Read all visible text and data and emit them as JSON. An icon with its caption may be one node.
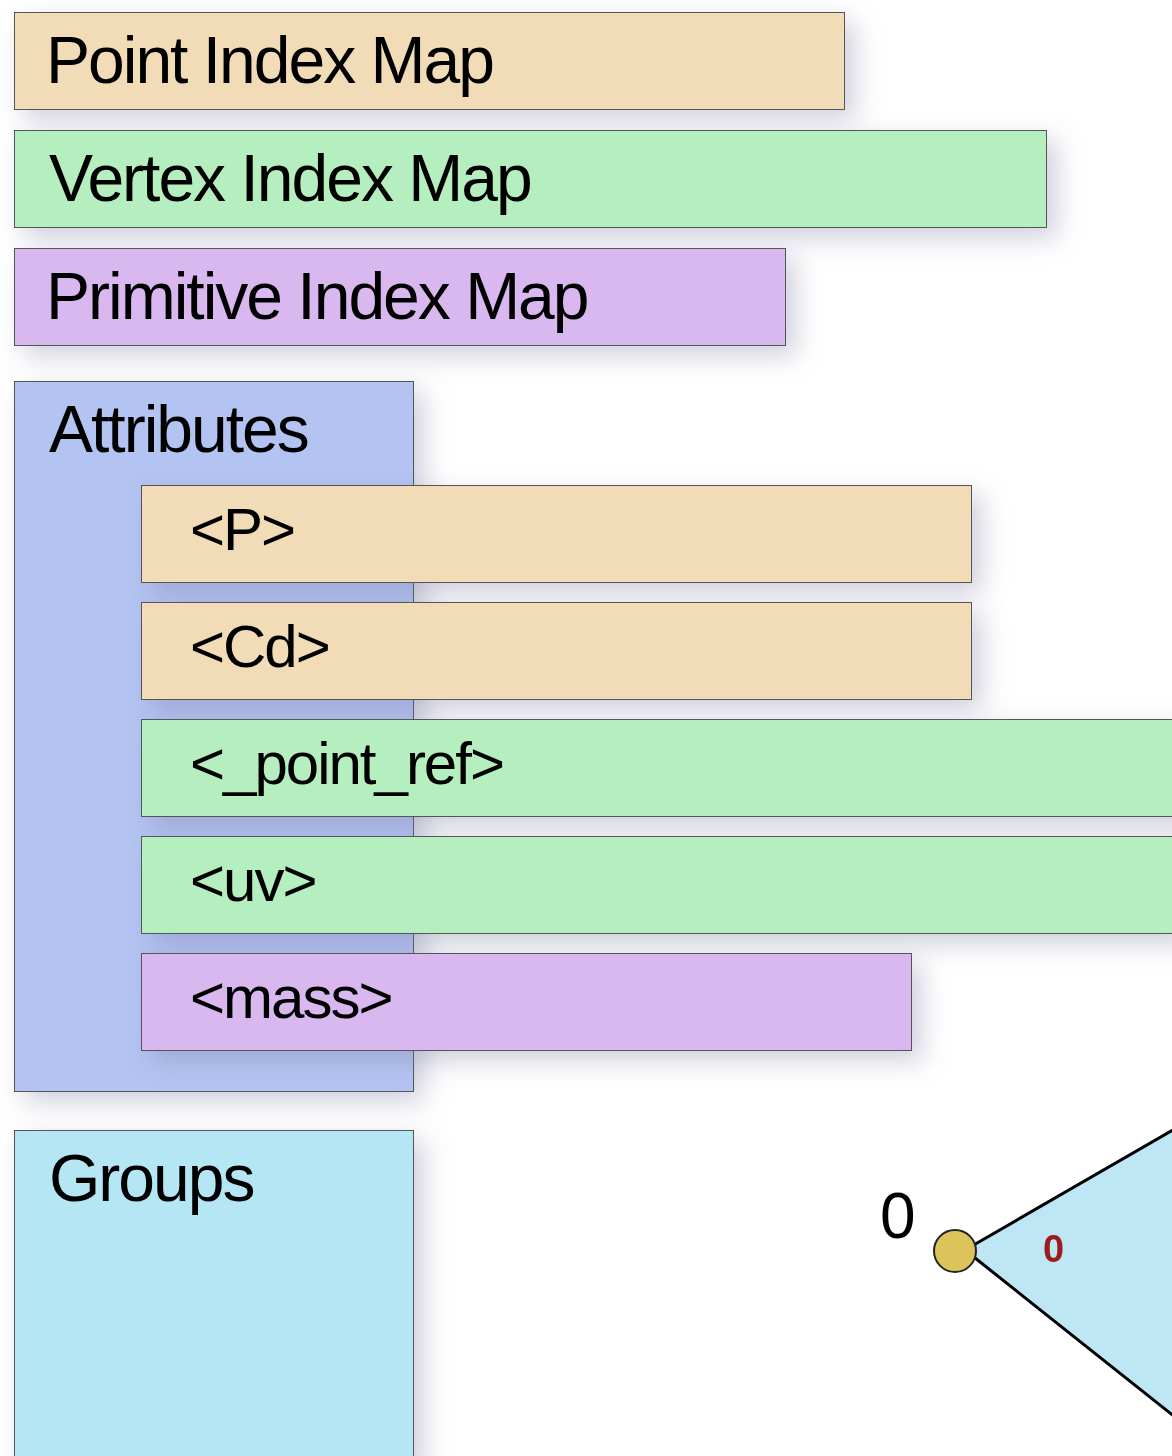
{
  "diagram": {
    "nodes": [
      {
        "text": [
          "Point Index Map"
        ]
      },
      {
        "text": [
          "Vertex Index Map"
        ]
      },
      {
        "text": [
          "Primitive Index Map"
        ]
      },
      {
        "text": [
          "Attributes"
        ]
      },
      {
        "text": [
          "<P>"
        ]
      },
      {
        "text": [
          "<Cd>"
        ]
      },
      {
        "text": [
          "<_point_ref>"
        ]
      },
      {
        "text": [
          "<uv>"
        ]
      },
      {
        "text": [
          "<mass>"
        ]
      },
      {
        "text": [
          "Groups"
        ]
      },
      {
        "text": [
          "0"
        ]
      },
      {
        "text": [],
        "shape": "circle",
        "beside": [
          "0"
        ]
      }
    ]
  }
}
